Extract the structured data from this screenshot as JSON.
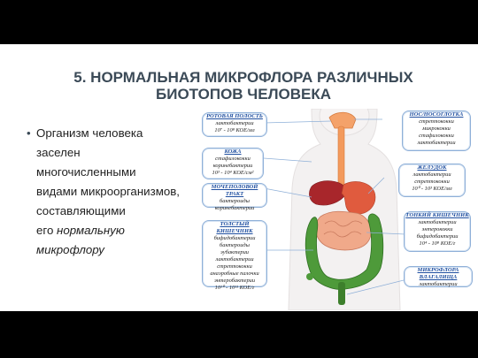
{
  "title": "5. НОРМАЛЬНАЯ МИКРОФЛОРА РАЗЛИЧНЫХ БИОТОПОВ ЧЕЛОВЕКА",
  "bullet": {
    "line1": "Организм человека",
    "line2": "заселен многочисленными",
    "line3": "видами микроорганизмов,",
    "line4": "составляющими",
    "line5_normal": "его ",
    "line5_italic": "нормальную",
    "line6_italic": "микрофлору"
  },
  "boxes": {
    "oral": {
      "title": "РОТОВАЯ ПОЛОСТЬ",
      "lines": [
        "лактобактерии",
        "10⁷ - 10⁸ КОЕ/мл"
      ]
    },
    "skin": {
      "title": "КОЖА",
      "lines": [
        "стафилококки",
        "коринебактерии",
        "10³ - 10⁴ КОЕ/см²"
      ]
    },
    "urogenital": {
      "title": "МОЧЕПОЛОВОЙ ТРАКТ",
      "lines": [
        "бактероиды",
        "коринебактерии"
      ]
    },
    "colon": {
      "title": "ТОЛСТЫЙ КИШЕЧНИК",
      "lines": [
        "бифидобактерии",
        "бактероиды",
        "эубактерии",
        "лактобактерии",
        "стрептококки",
        "анаэробные палочки",
        "энтеробактерии",
        "10¹⁰ - 10¹¹ КОЕ/г"
      ]
    },
    "nasopharynx": {
      "title": "НОС/НОСОГЛОТКА",
      "lines": [
        "стрептококки",
        "микрококки",
        "стафилококки",
        "лактобактерии"
      ]
    },
    "stomach": {
      "title": "ЖЕЛУДОК",
      "lines": [
        "лактобактерии",
        "стрептококки",
        "10⁰ - 10³ КОЕ/мл"
      ]
    },
    "small_intestine": {
      "title": "ТОНКИЙ КИШЕЧНИК",
      "lines": [
        "лактобактерии",
        "энтерококки",
        "бифидобактерии",
        "10⁴ - 10⁸ КОЕ/г"
      ]
    },
    "vagina": {
      "title": "МИКРОФЛОРА ВЛАГАЛИЩА",
      "lines": [
        "лактобактерии"
      ]
    }
  },
  "colors": {
    "title": "#3b4a57",
    "box_border": "#8fb0d8",
    "box_title": "#1f4fa0"
  }
}
